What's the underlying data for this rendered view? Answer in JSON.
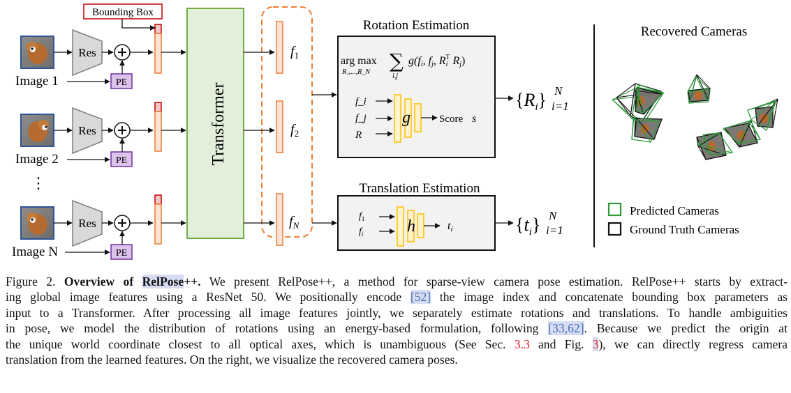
{
  "figure": {
    "inputs": [
      {
        "label": "Image 1",
        "encoder": "Res",
        "pe": "PE"
      },
      {
        "label": "Image 2",
        "encoder": "Res",
        "pe": "PE"
      },
      {
        "label": "Image N",
        "encoder": "Res",
        "pe": "PE"
      }
    ],
    "ellipsis": "⋮",
    "bounding_box_label": "Bounding Box",
    "plus_symbol": "+",
    "transformer_label": "Transformer",
    "features": [
      {
        "base": "f",
        "sub": "1"
      },
      {
        "base": "f",
        "sub": "2"
      },
      {
        "base": "f",
        "sub": "N"
      }
    ],
    "rotation": {
      "title": "Rotation Estimation",
      "argmax": "arg max",
      "argmax_sub": "R₁,...,R_N",
      "sum": "∑",
      "sum_sub": "i,j",
      "formula": "g(f_i, f_j, R_i^T R_j)",
      "inputs": [
        "f_i",
        "f_j",
        "R"
      ],
      "network": "g",
      "output_label": "Score",
      "output_symbol": "s",
      "result": "{R_i}",
      "result_sup": "N",
      "result_sub": "i=1"
    },
    "translation": {
      "title": "Translation Estimation",
      "inputs": [
        "f_1",
        "f_i"
      ],
      "network": "h",
      "output_symbol": "t_i",
      "result": "{t_i}",
      "result_sup": "N",
      "result_sub": "i=1"
    },
    "cameras": {
      "title": "Recovered Cameras",
      "legend": [
        {
          "label": "Predicted Cameras",
          "color": "#2e9a3a"
        },
        {
          "label": "Ground Truth Cameras",
          "color": "#111111"
        }
      ]
    },
    "colors": {
      "transformer_fill": "#e2efda",
      "transformer_stroke": "#70ad47",
      "feature_fill": "#fbe3d6",
      "feature_stroke": "#ed7d31",
      "bbox_stroke": "#c00000",
      "pe_fill": "#dcc3ec",
      "pe_stroke": "#7030a0",
      "res_fill": "#d9d9d9",
      "image_stroke": "#2f5597",
      "mlp_fill": "#fff2cc",
      "mlp_stroke": "#ffc000",
      "panel_fill": "#f2f2f2"
    }
  },
  "caption": {
    "lines": [
      [
        {
          "t": "Figure 2. "
        },
        {
          "t": "Overview of ",
          "b": true
        },
        {
          "t": "RelPose",
          "b": true,
          "hl": true
        },
        {
          "t": "++.",
          "b": true
        },
        {
          "t": " We present RelPose++, a method for sparse-view camera pose estimation. RelPose++ starts by extract-"
        }
      ],
      [
        {
          "t": "ing global image features using a ResNet 50.  We positionally encode "
        },
        {
          "t": "[52]",
          "cite": true
        },
        {
          "t": " the image index and concatenate bounding box parameters as"
        }
      ],
      [
        {
          "t": "input to a Transformer. After processing all image features jointly, we separately estimate rotations and translations. To handle ambiguities"
        }
      ],
      [
        {
          "t": "in pose, we model the distribution of rotations using an energy-based formulation, following "
        },
        {
          "t": "[33,62]",
          "cite": true
        },
        {
          "t": ".  Because we predict the origin at"
        }
      ],
      [
        {
          "t": "the unique world coordinate closest to all optical axes, which is unambiguous (See Sec. "
        },
        {
          "t": "3.3",
          "ref": true
        },
        {
          "t": " and Fig. "
        },
        {
          "t": "3",
          "refhl": true
        },
        {
          "t": "), we can directly regress camera"
        }
      ],
      [
        {
          "t": "translation from the learned features. On the right, we visualize the recovered camera poses."
        }
      ]
    ]
  }
}
